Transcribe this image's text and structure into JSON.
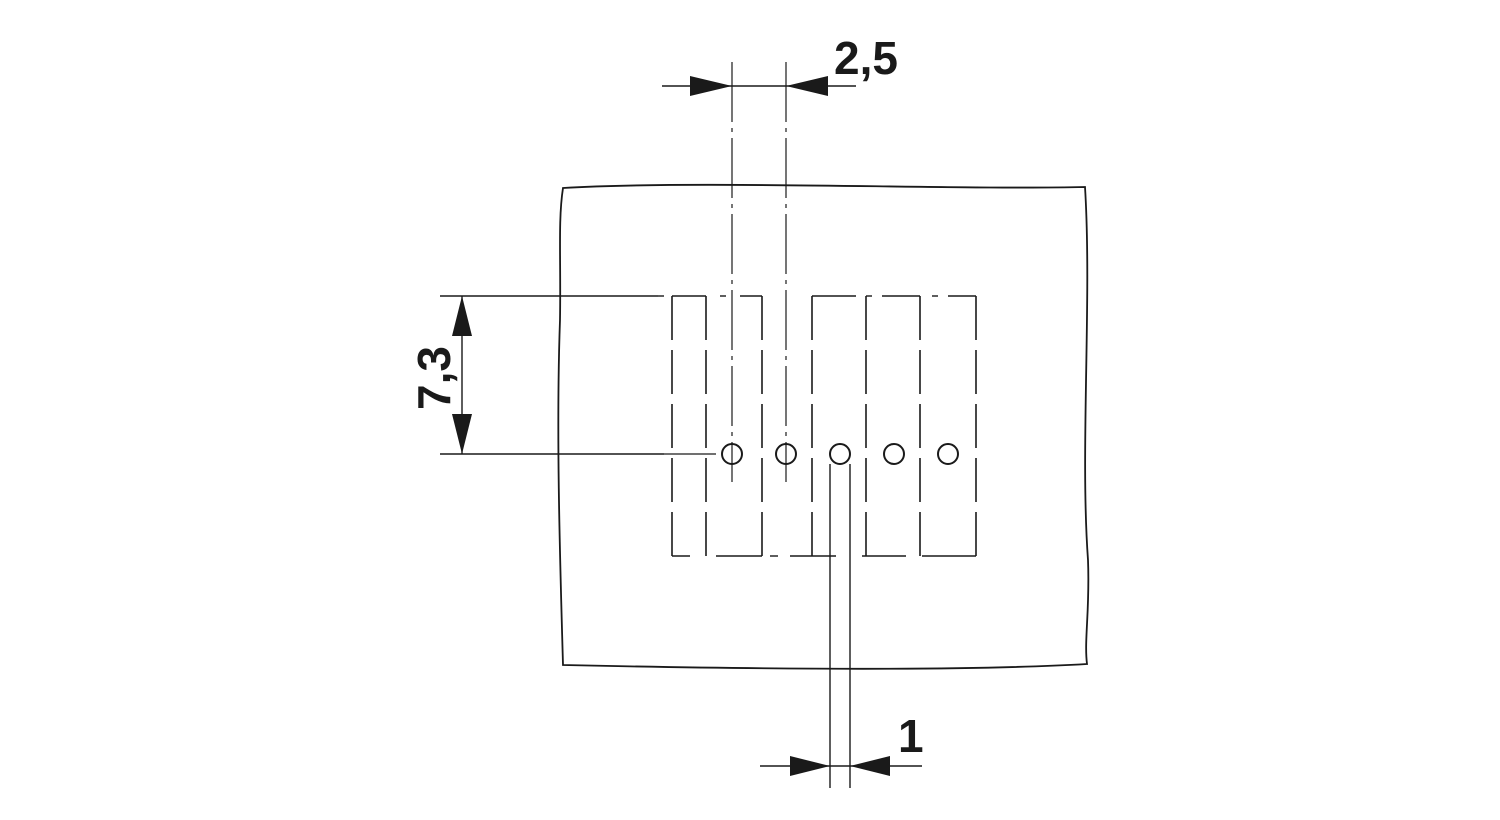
{
  "diagram": {
    "dimensions": {
      "pitch": {
        "label": "2,5",
        "value": 2.5
      },
      "row_offset": {
        "label": "7,3",
        "value": 7.3
      },
      "hole_diameter": {
        "label": "1",
        "value": 1
      }
    },
    "hole_count": 5
  }
}
